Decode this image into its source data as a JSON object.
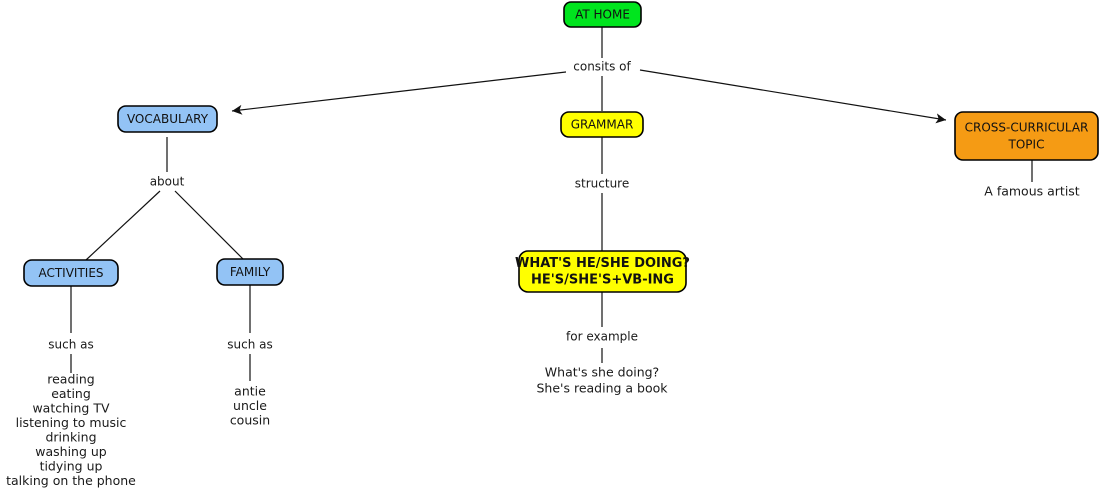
{
  "diagram": {
    "title": "AT HOME concept map",
    "background": "#ffffff",
    "colors": {
      "root": "#00e51e",
      "vocabulary": "#93c3f5",
      "grammar": "#ffff00",
      "cross_curricular": "#f59b14",
      "outline": "#000000",
      "line": "#111111",
      "text": "#1a1a1a"
    }
  },
  "nodes": {
    "root": {
      "label": "AT HOME"
    },
    "vocabulary": {
      "label": "VOCABULARY"
    },
    "grammar": {
      "label": "GRAMMAR"
    },
    "cross_curricular": {
      "line1": "CROSS-CURRICULAR",
      "line2": "TOPIC"
    },
    "activities": {
      "label": "ACTIVITIES"
    },
    "family": {
      "label": "FAMILY"
    },
    "structure_box": {
      "line1": "WHAT'S HE/SHE DOING?",
      "line2": "HE'S/SHE'S+VB-ING"
    }
  },
  "link_labels": {
    "consists_of": "consits of",
    "about": "about",
    "structure": "structure",
    "such_as_activities": "such as",
    "such_as_family": "such as",
    "for_example": "for example"
  },
  "leaves": {
    "activities_list": [
      "reading",
      "eating",
      "watching TV",
      "listening to music",
      "drinking",
      "washing up",
      "tidying up",
      "talking on the phone"
    ],
    "family_list": [
      "antie",
      "uncle",
      "cousin"
    ],
    "example_lines": [
      "What's she doing?",
      "She's reading a book"
    ],
    "artist": "A famous artist"
  }
}
